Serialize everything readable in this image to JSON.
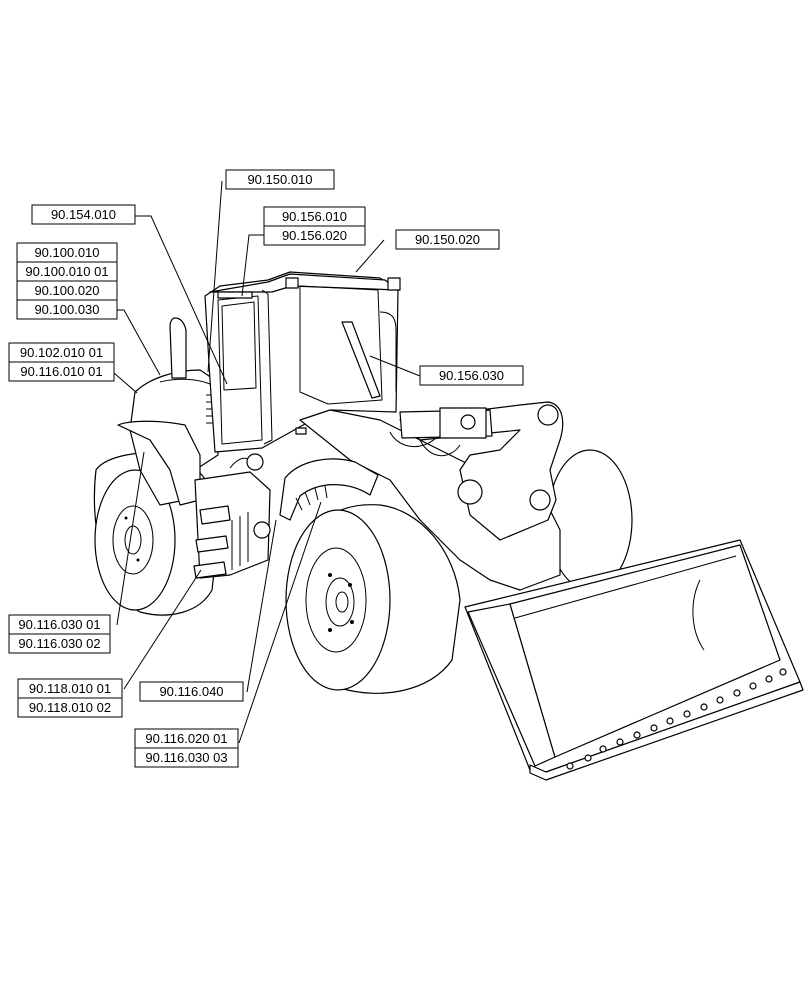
{
  "callouts": [
    {
      "id": "c1",
      "lines": [
        "90.150.010"
      ]
    },
    {
      "id": "c2",
      "lines": [
        "90.154.010"
      ]
    },
    {
      "id": "c3",
      "lines": [
        "90.156.010",
        "90.156.020"
      ]
    },
    {
      "id": "c4",
      "lines": [
        "90.150.020"
      ]
    },
    {
      "id": "c5",
      "lines": [
        "90.100.010",
        "90.100.010 01",
        "90.100.020",
        "90.100.030"
      ]
    },
    {
      "id": "c6",
      "lines": [
        "90.102.010 01",
        "90.116.010 01"
      ]
    },
    {
      "id": "c7",
      "lines": [
        "90.156.030"
      ]
    },
    {
      "id": "c8",
      "lines": [
        "90.116.030 01",
        "90.116.030 02"
      ]
    },
    {
      "id": "c9",
      "lines": [
        "90.118.010 01",
        "90.118.010 02"
      ]
    },
    {
      "id": "c10",
      "lines": [
        "90.116.040"
      ]
    },
    {
      "id": "c11",
      "lines": [
        "90.116.020 01",
        "90.116.030 03"
      ]
    }
  ]
}
